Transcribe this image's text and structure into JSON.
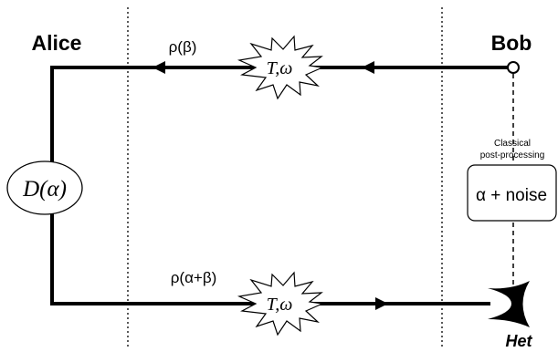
{
  "parties": {
    "alice": "Alice",
    "bob": "Bob"
  },
  "channel_top": {
    "state_label": "ρ(β)",
    "noise_label": "T,ω"
  },
  "channel_bottom": {
    "state_label": "ρ(α+β)",
    "noise_label": "T,ω"
  },
  "displacement": {
    "label": "D(α)"
  },
  "postprocessing": {
    "line1": "Classical",
    "line2": "post-processing",
    "result": "α + noise"
  },
  "detector": {
    "label": "Het"
  },
  "colors": {
    "ink": "#000000",
    "background": "#ffffff"
  },
  "icons": {
    "noise": "starburst-icon",
    "detector": "heterodyne-detector-icon",
    "source": "open-circle-node"
  }
}
